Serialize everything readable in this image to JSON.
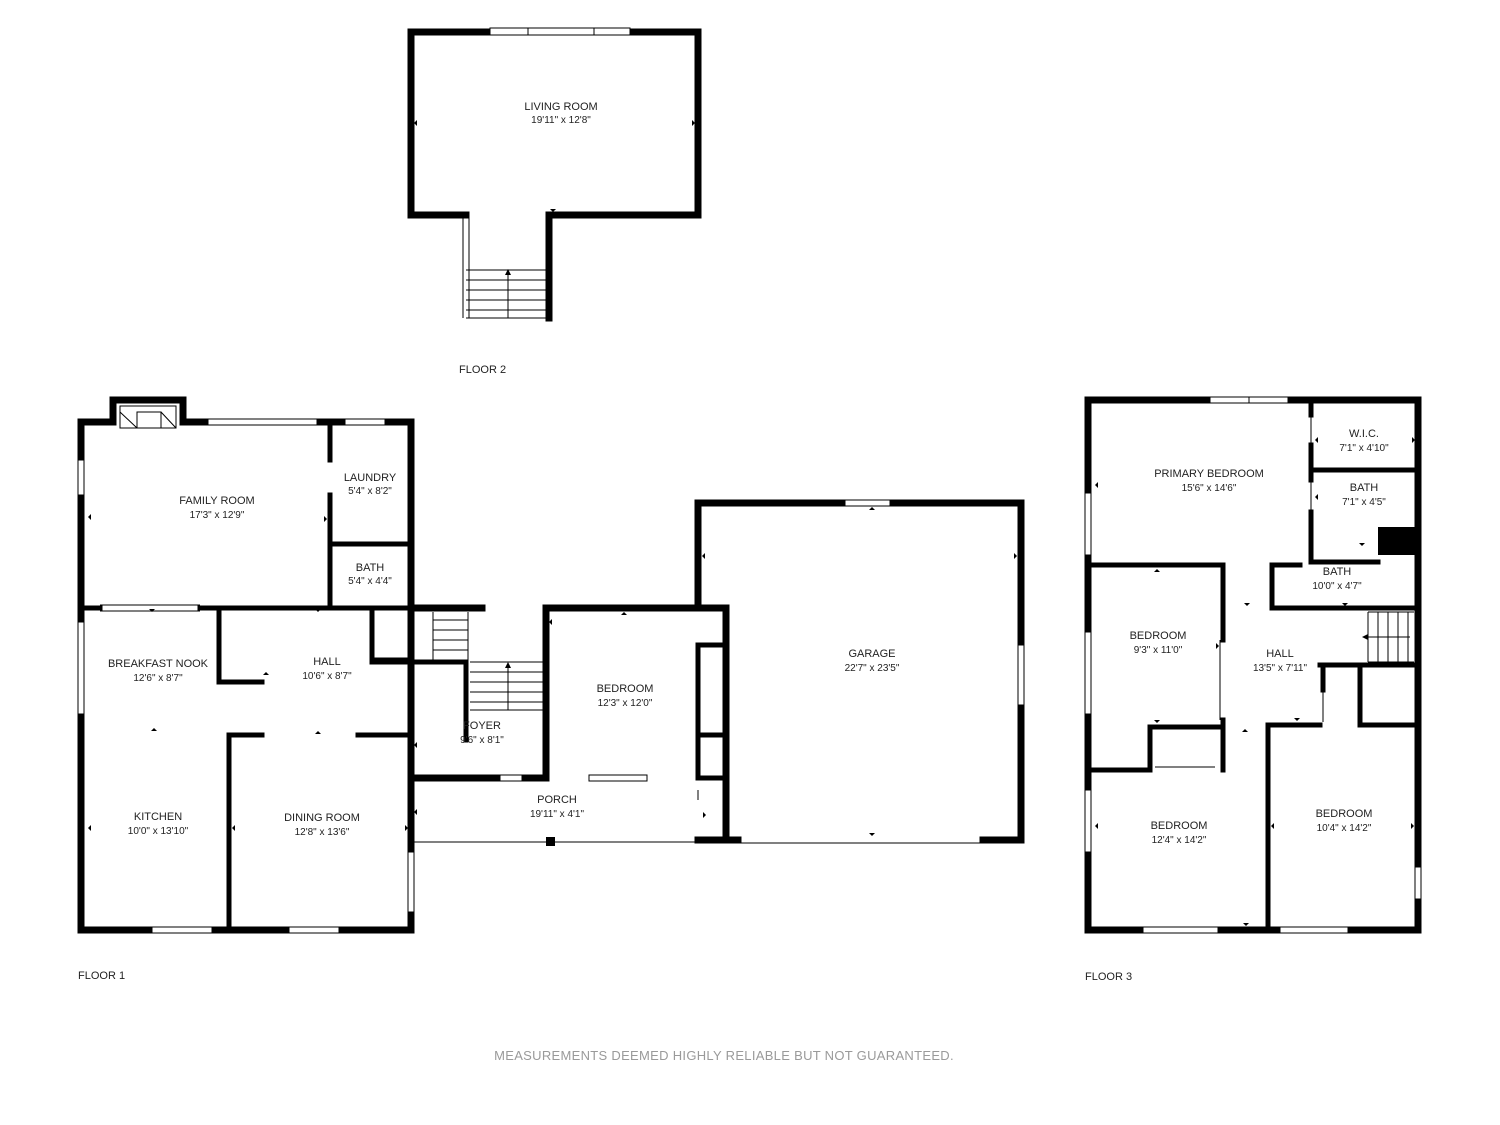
{
  "rooms": {
    "living_room": {
      "name": "LIVING ROOM",
      "dim": "19'11\" x 12'8\""
    },
    "family_room": {
      "name": "FAMILY ROOM",
      "dim": "17'3\" x 12'9\""
    },
    "laundry": {
      "name": "LAUNDRY",
      "dim": "5'4\" x 8'2\""
    },
    "bath_f1": {
      "name": "BATH",
      "dim": "5'4\" x 4'4\""
    },
    "breakfast_nook": {
      "name": "BREAKFAST NOOK",
      "dim": "12'6\" x 8'7\""
    },
    "hall_f1": {
      "name": "HALL",
      "dim": "10'6\" x 8'7\""
    },
    "foyer": {
      "name": "FOYER",
      "dim": "9'6\" x 8'1\""
    },
    "bedroom_f1": {
      "name": "BEDROOM",
      "dim": "12'3\" x 12'0\""
    },
    "garage": {
      "name": "GARAGE",
      "dim": "22'7\" x 23'5\""
    },
    "kitchen": {
      "name": "KITCHEN",
      "dim": "10'0\" x 13'10\""
    },
    "dining_room": {
      "name": "DINING ROOM",
      "dim": "12'8\" x 13'6\""
    },
    "porch": {
      "name": "PORCH",
      "dim": "19'11\" x 4'1\""
    },
    "primary_bedroom": {
      "name": "PRIMARY BEDROOM",
      "dim": "15'6\" x 14'6\""
    },
    "wic": {
      "name": "W.I.C.",
      "dim": "7'1\" x 4'10\""
    },
    "bath_f3a": {
      "name": "BATH",
      "dim": "7'1\" x 4'5\""
    },
    "bath_f3b": {
      "name": "BATH",
      "dim": "10'0\" x 4'7\""
    },
    "bedroom_f3a": {
      "name": "BEDROOM",
      "dim": "9'3\" x 11'0\""
    },
    "hall_f3": {
      "name": "HALL",
      "dim": "13'5\" x 7'11\""
    },
    "bedroom_f3b": {
      "name": "BEDROOM",
      "dim": "12'4\" x 14'2\""
    },
    "bedroom_f3c": {
      "name": "BEDROOM",
      "dim": "10'4\" x 14'2\""
    }
  },
  "floors": {
    "floor1": "FLOOR 1",
    "floor2": "FLOOR 2",
    "floor3": "FLOOR 3"
  },
  "disclaimer": "MEASUREMENTS DEEMED HIGHLY RELIABLE BUT NOT GUARANTEED.",
  "colors": {
    "wall": "#000000",
    "text": "#222222",
    "disclaimer": "#9a9a9a"
  }
}
